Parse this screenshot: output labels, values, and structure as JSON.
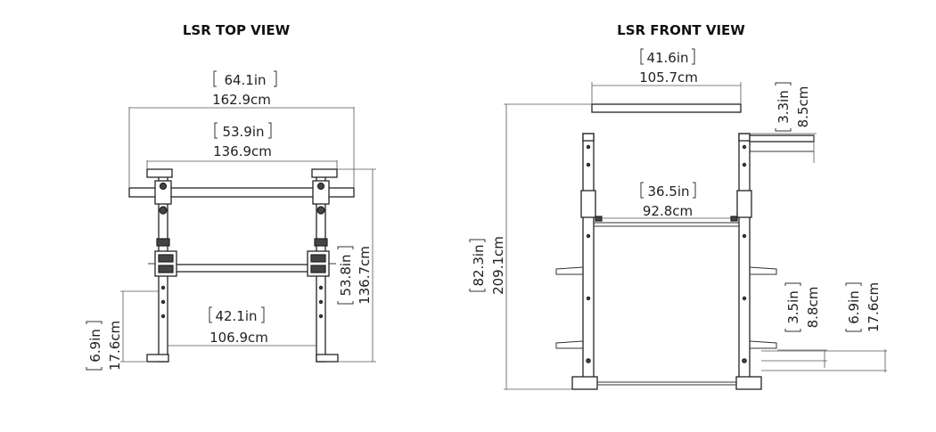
{
  "views": {
    "top": {
      "title": "LSR TOP VIEW",
      "dims": {
        "overall_width": {
          "in": "64.1in",
          "cm": "162.9cm"
        },
        "outer_frame_width": {
          "in": "53.9in",
          "cm": "136.9cm"
        },
        "inner_width": {
          "in": "42.1in",
          "cm": "106.9cm"
        },
        "depth": {
          "in": "53.8in",
          "cm": "136.7cm"
        },
        "foot": {
          "in": "6.9in",
          "cm": "17.6cm"
        }
      }
    },
    "front": {
      "title": "LSR FRONT VIEW",
      "dims": {
        "top_width": {
          "in": "41.6in",
          "cm": "105.7cm"
        },
        "upper_peg": {
          "in": "3.3in",
          "cm": "8.5cm"
        },
        "inner_width": {
          "in": "36.5in",
          "cm": "92.8cm"
        },
        "height": {
          "in": "82.3in",
          "cm": "209.1cm"
        },
        "lower_peg": {
          "in": "3.5in",
          "cm": "8.8cm"
        },
        "foot": {
          "in": "6.9in",
          "cm": "17.6cm"
        }
      }
    }
  },
  "colors": {
    "line": "#222222",
    "dimension": "#555555",
    "fill": "#ffffff"
  }
}
